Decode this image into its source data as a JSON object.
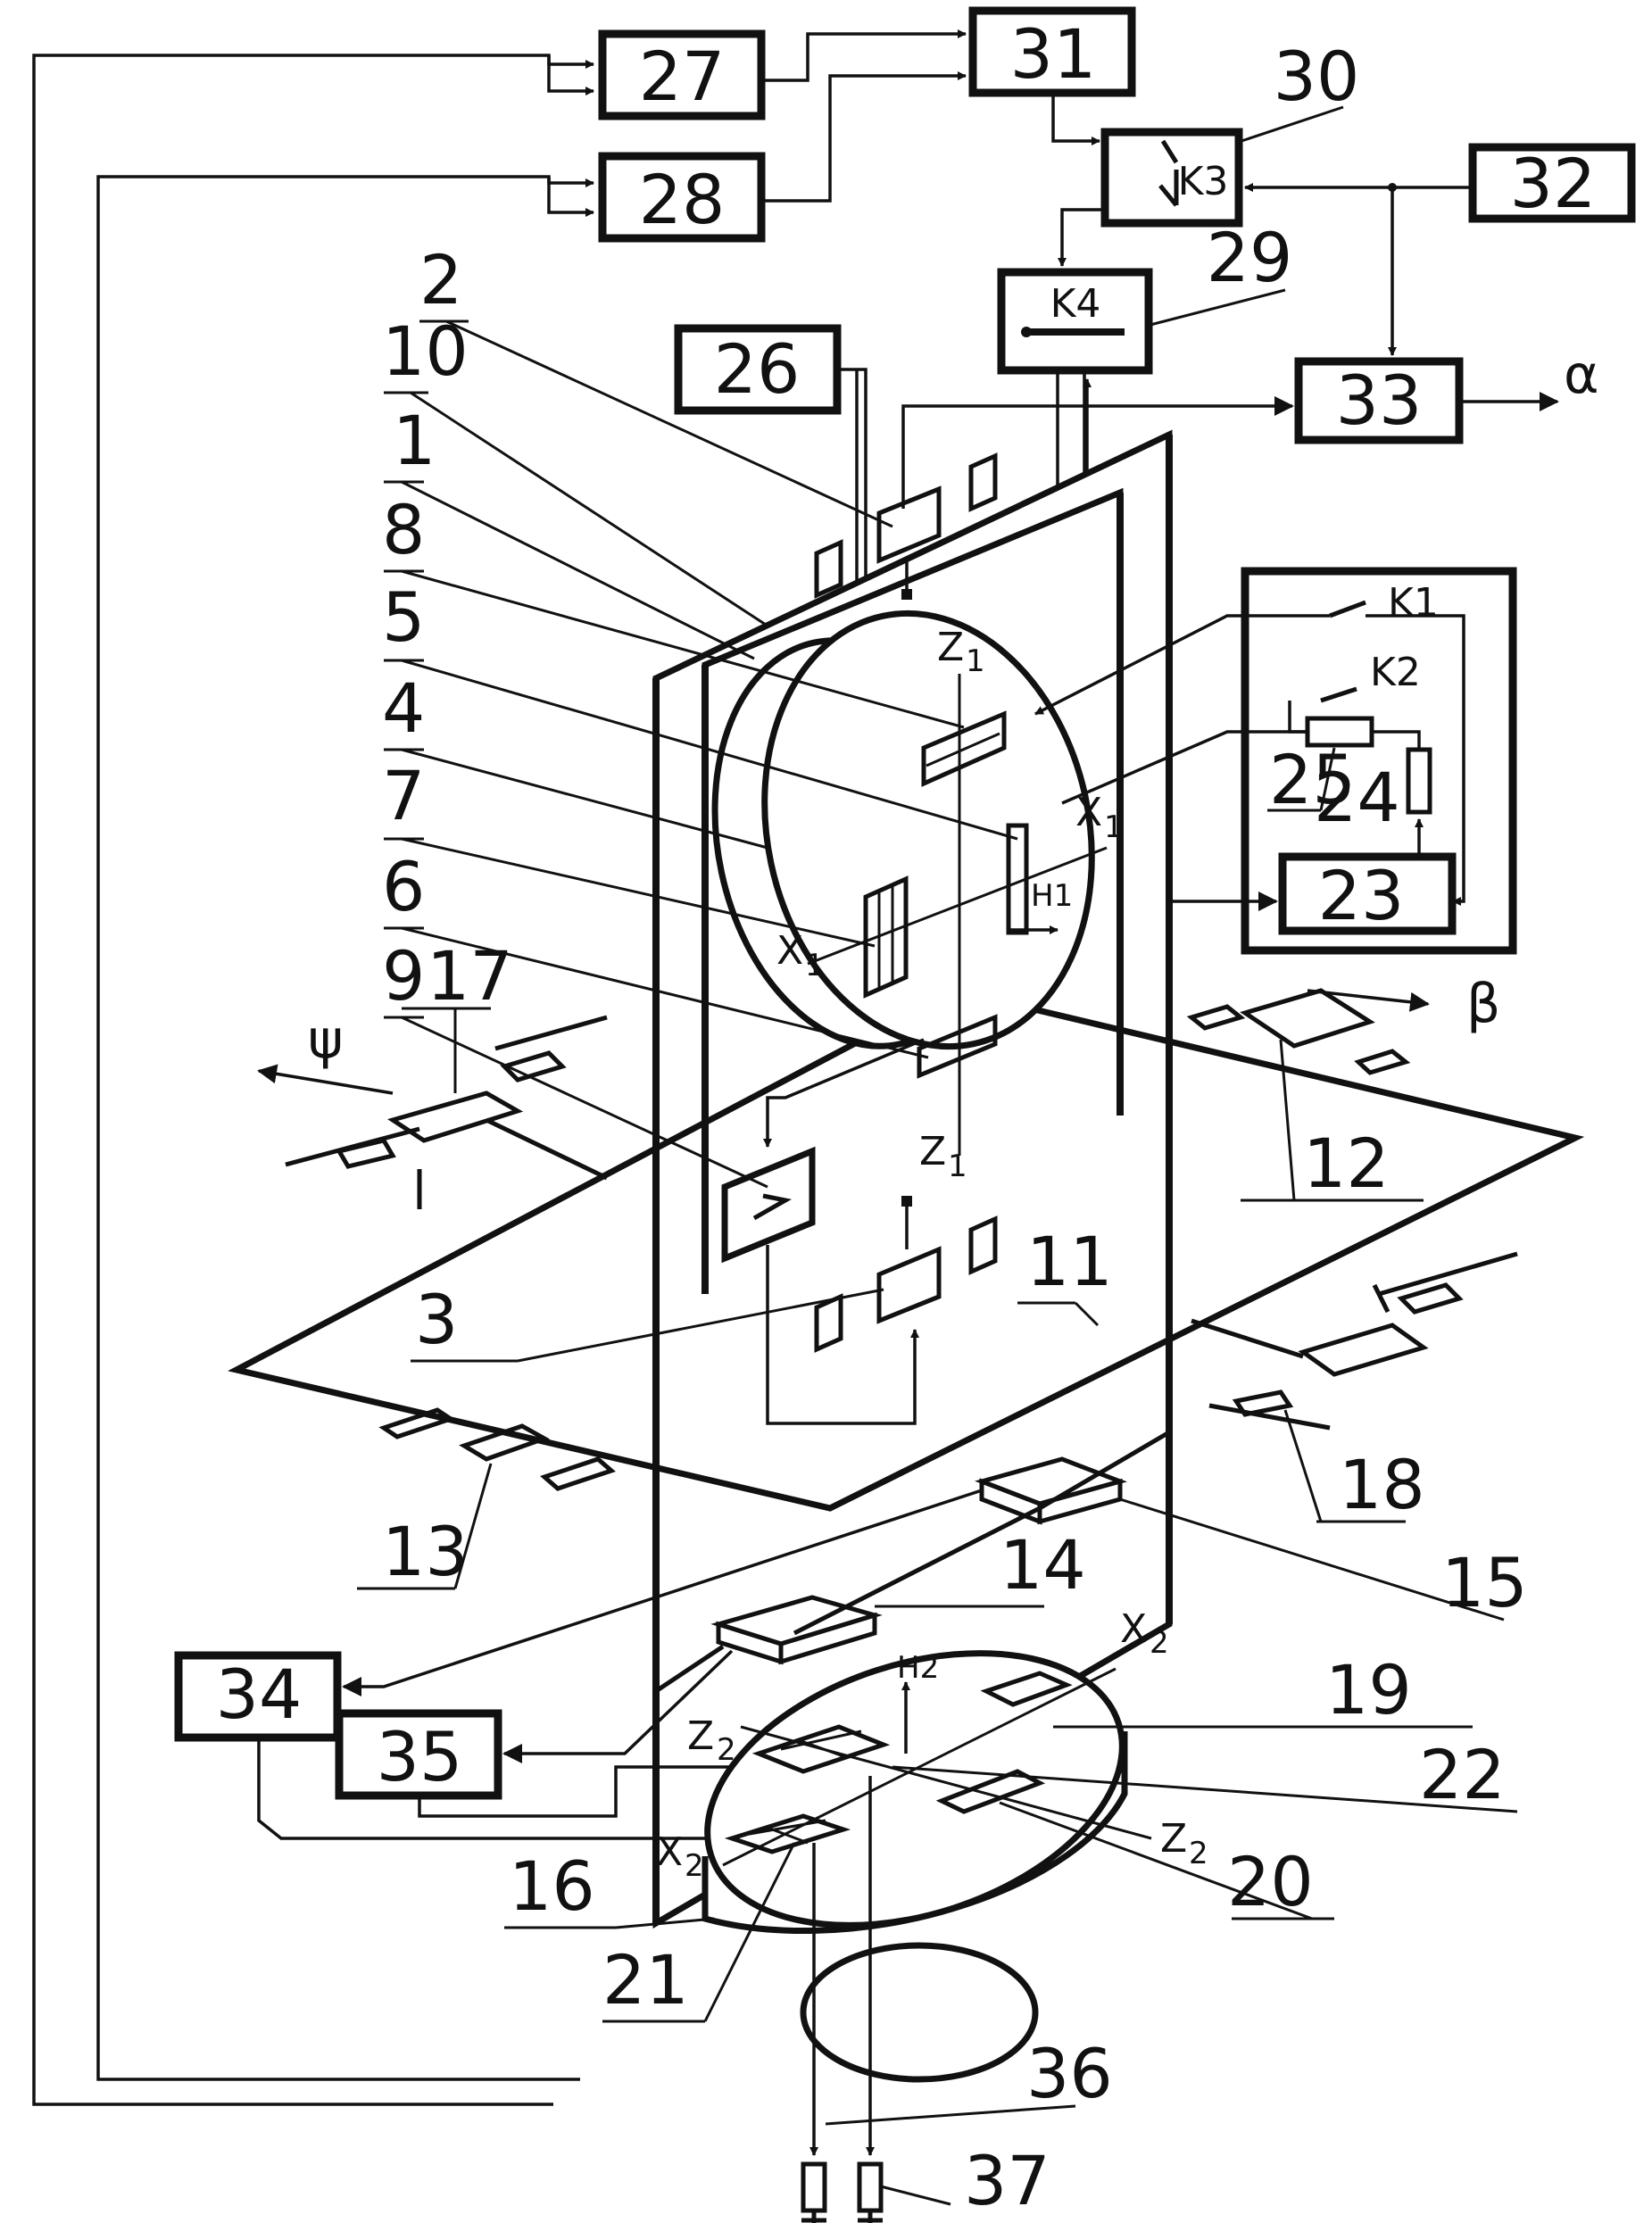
{
  "blocks": {
    "b27": "27",
    "b28": "28",
    "b31": "31",
    "b32": "32",
    "b33": "33",
    "b26": "26",
    "b23": "23",
    "b34": "34",
    "b35": "35",
    "k3": "K3",
    "k4": "K4",
    "k1": "K1",
    "k2": "K2",
    "h1": "H1",
    "h2": "H2"
  },
  "labels": {
    "l30": "30",
    "l29": "29",
    "l2": "2",
    "l10": "10",
    "l1": "1",
    "l8": "8",
    "l5": "5",
    "l4": "4",
    "l7": "7",
    "l6": "6",
    "l9": "9",
    "l17": "17",
    "l3": "3",
    "l11": "11",
    "l12": "12",
    "l13": "13",
    "l14": "14",
    "l15": "15",
    "l16": "16",
    "l18": "18",
    "l19": "19",
    "l20": "20",
    "l21": "21",
    "l22": "22",
    "l24": "24",
    "l25": "25",
    "l36": "36",
    "l37": "37"
  },
  "axes": {
    "z1_top": "Z",
    "z1_bottom": "Z",
    "x1_left": "X",
    "x1_right": "X",
    "z2_left": "Z",
    "z2_right": "Z",
    "x2_top": "X",
    "x2_left": "X",
    "sub1": "1",
    "sub2": "2"
  },
  "outputs": {
    "alpha": "α",
    "beta": "β",
    "psi": "ψ"
  }
}
